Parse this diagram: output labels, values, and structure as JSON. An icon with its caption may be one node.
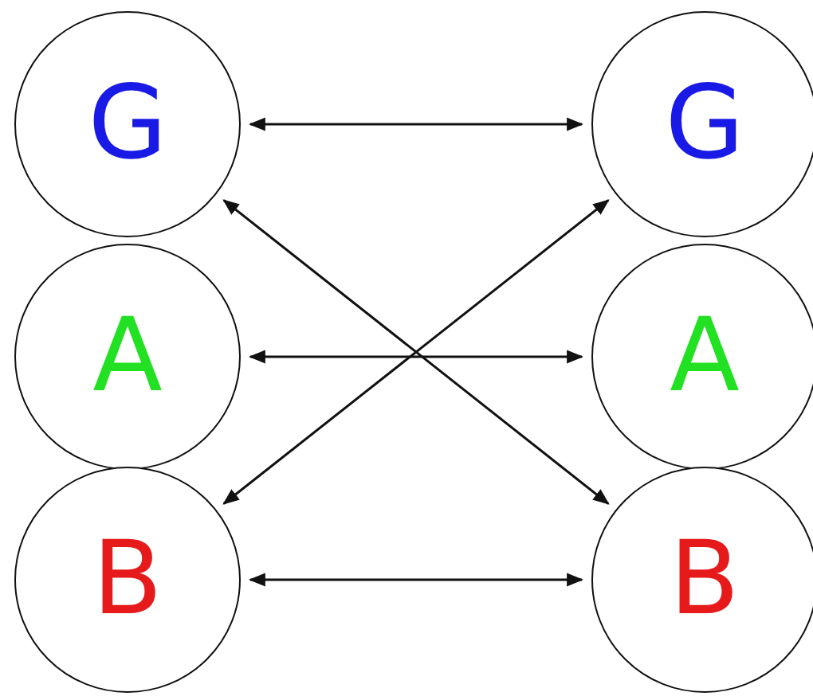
{
  "diagram": {
    "nodes": [
      {
        "text": [
          "G"
        ]
      },
      {
        "text": [
          "G"
        ]
      },
      {
        "text": [
          "A"
        ]
      },
      {
        "text": [
          "A"
        ]
      },
      {
        "text": [
          "B"
        ]
      },
      {
        "text": [
          "B"
        ]
      }
    ],
    "edges": [
      {
        "from": 0,
        "to": 1,
        "arrow": "both"
      },
      {
        "from": 2,
        "to": 3,
        "arrow": "both"
      },
      {
        "from": 4,
        "to": 5,
        "arrow": "both"
      },
      {
        "from": 0,
        "to": 5,
        "arrow": "both"
      },
      {
        "from": 4,
        "to": 1,
        "arrow": "both"
      }
    ]
  }
}
